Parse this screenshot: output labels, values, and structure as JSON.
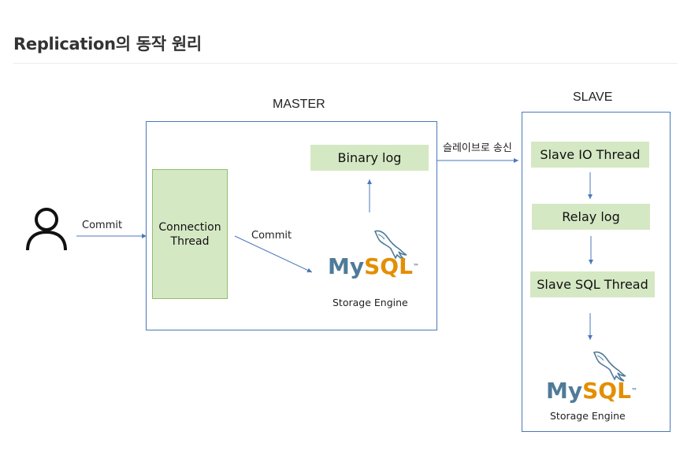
{
  "title": "Replication의 동작 원리",
  "master": {
    "label": "MASTER",
    "connection_thread": "Connection\nThread",
    "binary_log": "Binary log",
    "storage_engine": "Storage Engine"
  },
  "slave": {
    "label": "SLAVE",
    "io_thread": "Slave IO Thread",
    "relay_log": "Relay log",
    "sql_thread": "Slave SQL Thread",
    "storage_engine": "Storage Engine"
  },
  "edges": {
    "user_commit": "Commit",
    "thread_commit": "Commit",
    "send_to_slave": "슬레이브로 송신"
  },
  "logo": {
    "text_my": "My",
    "text_sql": "SQL",
    "tm": "™",
    "color_my": "#4f7b98",
    "color_sql": "#e48e00"
  },
  "icons": {
    "user": "user-icon",
    "dolphin": "dolphin-icon"
  },
  "colors": {
    "frame_border": "#4a78b8",
    "box_fill": "#d5e8c4",
    "arrow": "#4a78b8"
  }
}
